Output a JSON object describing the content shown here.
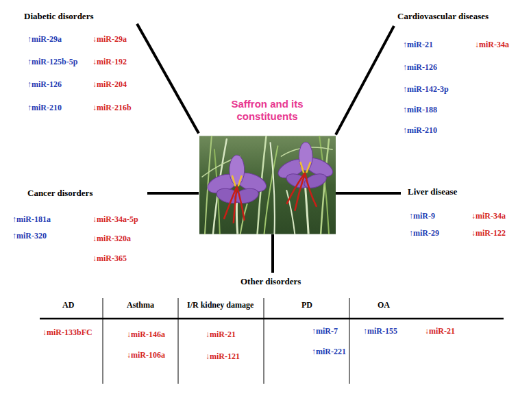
{
  "diagram": {
    "nodes": [
      {
        "text": [
          "Diabetic disorders",
          "↑miR-29a",
          "↑miR-125b-5p",
          "↑miR-126",
          "↑miR-210",
          "↓miR-29a",
          "↓miR-192",
          "↓miR-204",
          "↓miR-216b"
        ]
      },
      {
        "text": [
          "Cardiovascular diseases",
          "↑miR-21",
          "↑miR-126",
          "↑miR-142-3p",
          "↑miR-188",
          "↑miR-210",
          "↓miR-34a"
        ]
      },
      {
        "text": [
          "Saffron and its constituents"
        ]
      },
      {
        "text": [
          "Cancer disorders",
          "↑miR-181a",
          "↑miR-320",
          "↓miR-34a-5p",
          "↓miR-320a",
          "↓miR-365"
        ]
      },
      {
        "text": [
          "Liver disease",
          "↑miR-9",
          "↑miR-29",
          "↓miR-34a",
          "↓miR-122"
        ]
      },
      {
        "text": [
          "Other disorders",
          "AD",
          "↓miR-133bFC",
          "Asthma",
          "↓miR-146a",
          "↓miR-106a",
          "I/R kidney damage",
          "↓miR-21",
          "↓miR-121",
          "PD",
          "↑miR-7",
          "↑miR-221",
          "OA",
          "↑miR-155",
          "↓miR-21"
        ]
      }
    ],
    "edges": [
      {
        "from": 2,
        "to": 0,
        "arrow": "none"
      },
      {
        "from": 2,
        "to": 1,
        "arrow": "none"
      },
      {
        "from": 2,
        "to": 3,
        "arrow": "none"
      },
      {
        "from": 2,
        "to": 4,
        "arrow": "none"
      },
      {
        "from": 2,
        "to": 5,
        "arrow": "none"
      }
    ]
  }
}
